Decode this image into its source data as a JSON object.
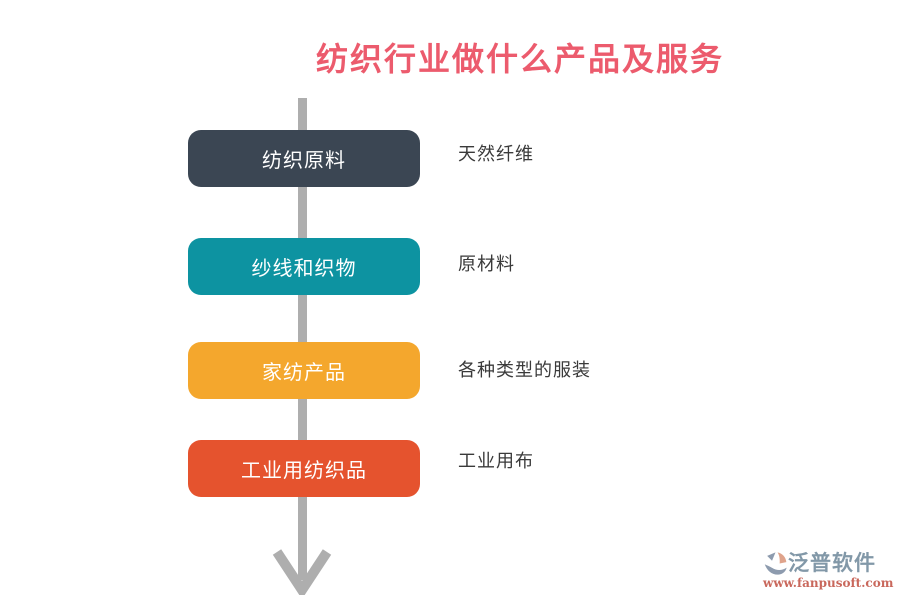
{
  "title": {
    "text": "纺织行业做什么产品及服务",
    "color": "#ec5b6d"
  },
  "flow": {
    "arrow_color": "#aeaeae",
    "steps": [
      {
        "label": "纺织原料",
        "color": "#3b4653",
        "description": "天然纤维"
      },
      {
        "label": "纱线和织物",
        "color": "#0d93a1",
        "description": "原材料"
      },
      {
        "label": "家纺产品",
        "color": "#f4a72d",
        "description": "各种类型的服装"
      },
      {
        "label": "工业用纺织品",
        "color": "#e5532e",
        "description": "工业用布"
      }
    ]
  },
  "watermark": {
    "brand": "泛普软件",
    "url": "www.fanpusoft.com",
    "brand_color": "#8298a8",
    "url_color": "#c9685c",
    "icon_slate": "#8d9bae",
    "icon_peach": "#dfa38b"
  }
}
